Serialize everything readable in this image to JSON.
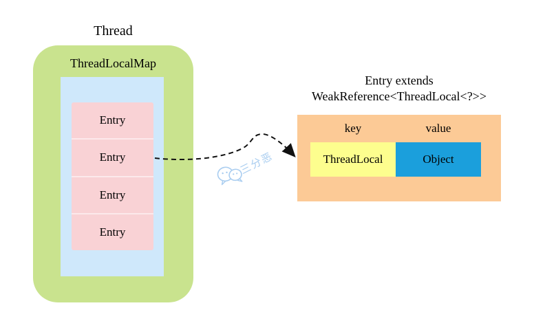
{
  "thread": {
    "title": "Thread",
    "map_label": "ThreadLocalMap",
    "entries": [
      "Entry",
      "Entry",
      "Entry",
      "Entry"
    ]
  },
  "entry_detail": {
    "title_line1": "Entry extends",
    "title_line2": "WeakReference<ThreadLocal<?>>",
    "key_header": "key",
    "value_header": "value",
    "key_cell": "ThreadLocal",
    "value_cell": "Object"
  },
  "watermark": {
    "icon": "wechat-icon",
    "text": "三分恶"
  },
  "colors": {
    "thread_box_green": "#c9e38e",
    "map_box_blue": "#cfe8fb",
    "entry_pink": "#f9d2d5",
    "entry_divider": "#fce9eb",
    "detail_box_orange": "#fcca96",
    "key_cell_yellow": "#fdfe8e",
    "value_cell_blue": "#1b9fdc",
    "arrow_black": "#111111",
    "watermark_blue": "#a9cdf0",
    "text_black": "#000000",
    "background_white": "#ffffff"
  }
}
